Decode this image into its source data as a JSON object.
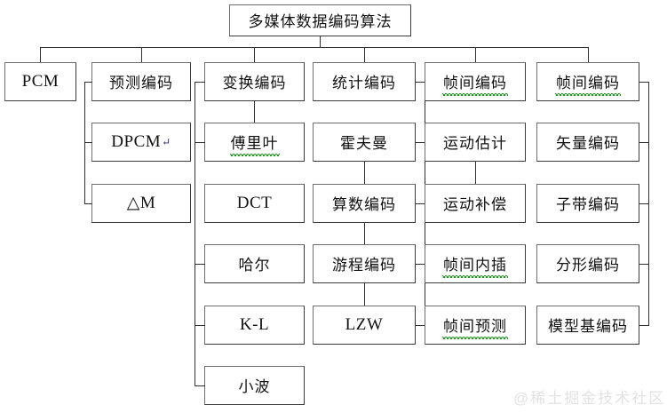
{
  "diagram": {
    "title": "多媒体数据编码算法",
    "root": {
      "label": "多媒体数据编码算法"
    },
    "columns": [
      {
        "name": "pcm",
        "header": "PCM",
        "items": []
      },
      {
        "name": "predictive-coding",
        "header": "预测编码",
        "items": [
          "DPCM",
          "△M"
        ]
      },
      {
        "name": "transform-coding",
        "header": "变换编码",
        "items": [
          "傅里叶",
          "DCT",
          "哈尔",
          "K-L",
          "小波"
        ]
      },
      {
        "name": "statistical-coding",
        "header": "统计编码",
        "items": [
          "霍夫曼",
          "算数编码",
          "游程编码",
          "LZW"
        ]
      },
      {
        "name": "intraframe-coding",
        "header": "帧间编码",
        "items": [
          "运动估计",
          "运动补偿",
          "帧间内插",
          "帧间预测"
        ]
      },
      {
        "name": "interframe-coding",
        "header": "帧间编码",
        "items": [
          "矢量编码",
          "子带编码",
          "分形编码",
          "模型基编码"
        ]
      }
    ],
    "nodes": {
      "root": "多媒体数据编码算法",
      "c1r1": "PCM",
      "c2r1": "预测编码",
      "c2r2": "DPCM",
      "c2r3": "△M",
      "c3r1": "变换编码",
      "c3r2": "傅里叶",
      "c3r3": "DCT",
      "c3r4": "哈尔",
      "c3r5": "K-L",
      "c3r6": "小波",
      "c4r1": "统计编码",
      "c4r2": "霍夫曼",
      "c4r3": "算数编码",
      "c4r4": "游程编码",
      "c4r5": "LZW",
      "c5r1": "帧间编码",
      "c5r2": "运动估计",
      "c5r3": "运动补偿",
      "c5r4": "帧间内插",
      "c5r5": "帧间预测",
      "c6r1": "帧间编码",
      "c6r2": "矢量编码",
      "c6r3": "子带编码",
      "c6r4": "分形编码",
      "c6r5": "模型基编码"
    },
    "marks": {
      "dpcm_pilcrow": "↵"
    },
    "watermark": "@稀土掘金技术社区",
    "colors": {
      "box_border": "#3a3a3a",
      "connector": "#2f2f2f",
      "spellcheck_underline": "#2f8f2f",
      "watermark": "#e2e2e4",
      "background": "#ffffff",
      "text": "#111111"
    }
  }
}
